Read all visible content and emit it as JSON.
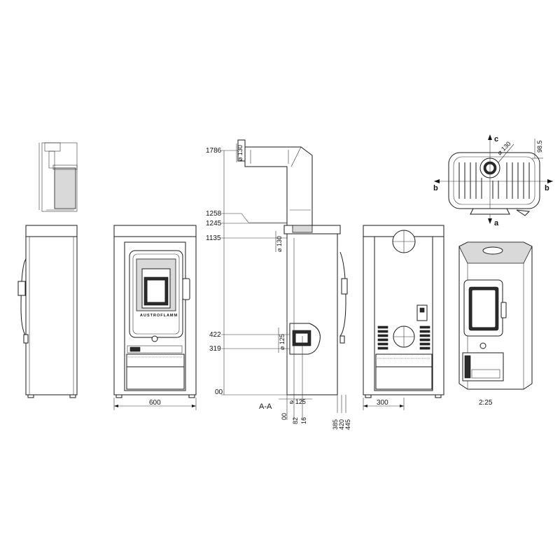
{
  "brand_label": "AUSTROFLAMM",
  "section_label": "A-A",
  "scale_label": "2:25",
  "heights": {
    "h1786": "1786",
    "h1258": "1258",
    "h1245": "1245",
    "h1135": "1135",
    "h422": "422",
    "h319": "319",
    "h00": "00"
  },
  "diameters": {
    "top_flue": "⌀ 130",
    "rear_flue": "⌀ 130",
    "air_inlet": "⌀ 125",
    "air_inlet_bottom": "⌀ 125",
    "plan_flue": "⌀ 130"
  },
  "horizontal_dims": {
    "d00": "00",
    "d82": "82",
    "d16": "16",
    "d385": "385",
    "d420": "420",
    "d445": "445"
  },
  "width_front": "600",
  "width_side": "300",
  "plan_view": {
    "offset": "98.5",
    "connection_a": "a",
    "connection_b_left": "b",
    "connection_b_right": "b",
    "connection_c": "c"
  }
}
